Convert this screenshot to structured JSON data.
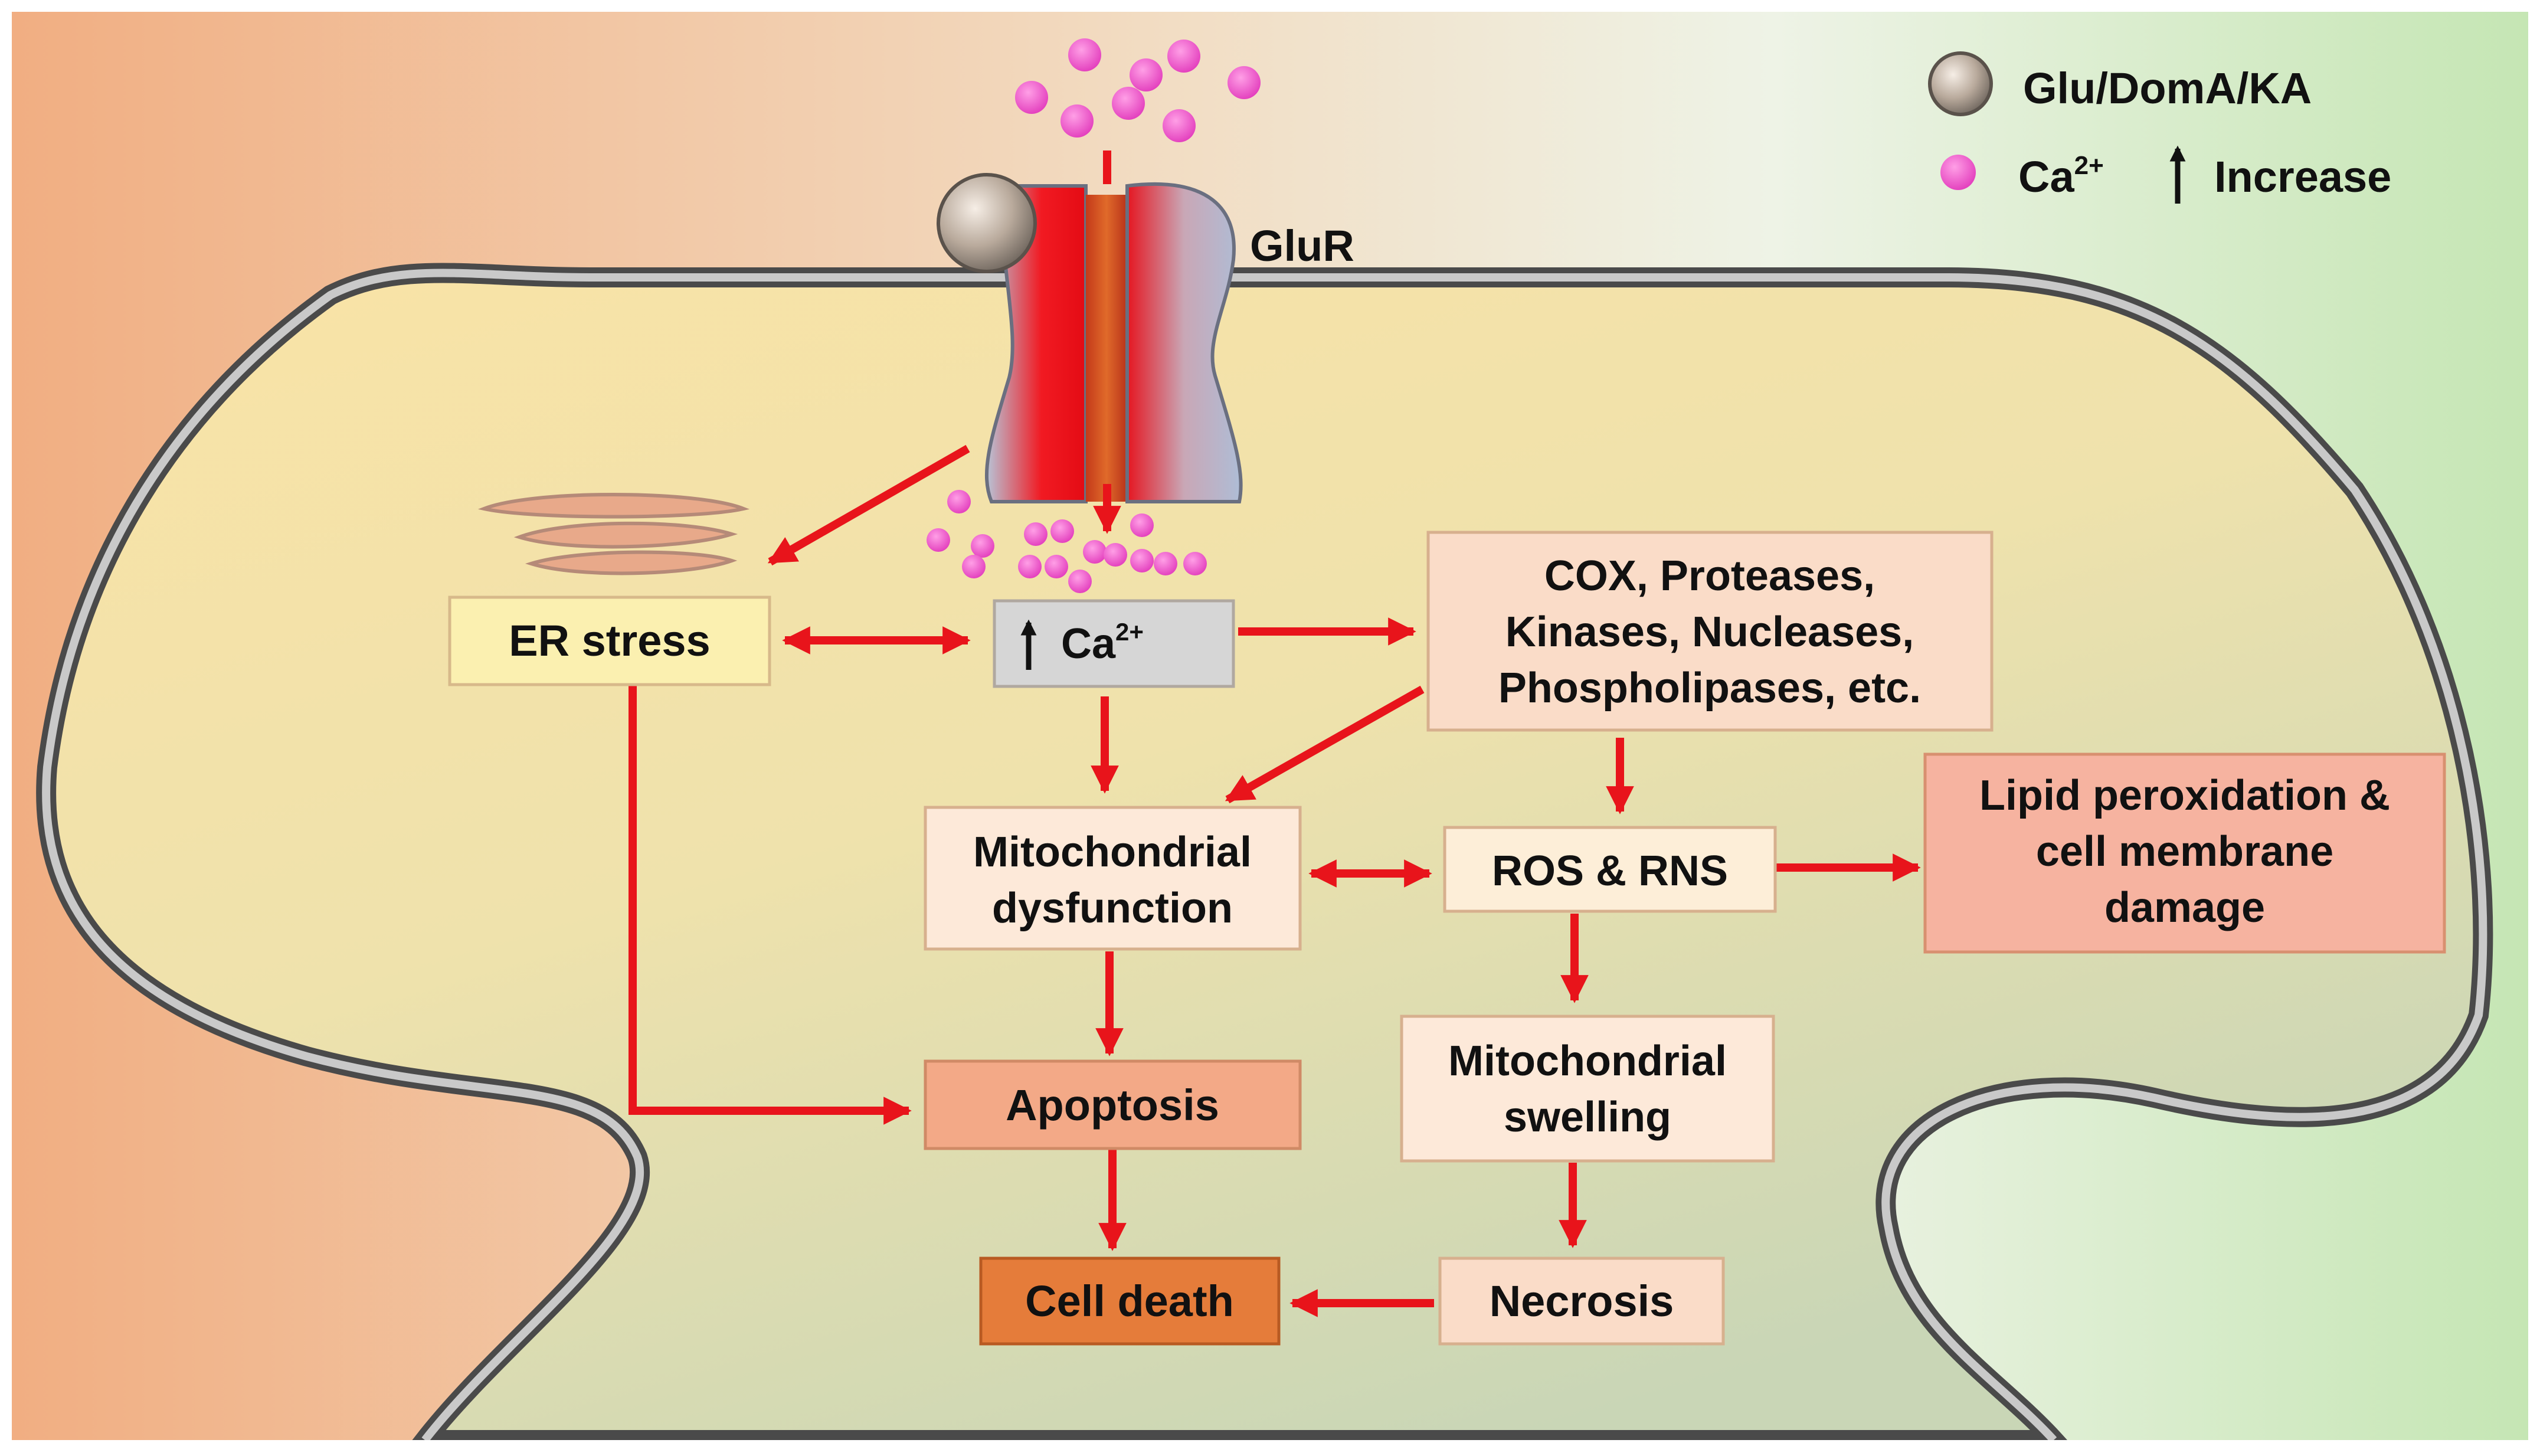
{
  "legend": {
    "ligand_label": "Glu/DomA/KA",
    "calcium_label": "Ca",
    "calcium_sup": "2+",
    "increase_label": "Increase"
  },
  "receptor": {
    "label": "GluR"
  },
  "boxes": {
    "er_stress": "ER stress",
    "calcium": {
      "label": "Ca",
      "sup": "2+"
    },
    "enzymes": [
      "COX, Proteases,",
      "Kinases, Nucleases,",
      "Phospholipases, etc."
    ],
    "mito_dysfunction": [
      "Mitochondrial",
      "dysfunction"
    ],
    "ros_rns": "ROS & RNS",
    "lipid": [
      "Lipid peroxidation &",
      "cell membrane",
      "damage"
    ],
    "apoptosis": "Apoptosis",
    "mito_swelling": [
      "Mitochondrial",
      "swelling"
    ],
    "necrosis": "Necrosis",
    "cell_death": "Cell death"
  },
  "colors": {
    "arrow": "#e8141b",
    "calcium_dot": "#e84fc3",
    "box_yellow": "#fbf0b0",
    "box_peach": "#fadcc8",
    "box_light": "#fde9d9",
    "box_salmon": "#f3a987",
    "box_orange": "#e57c3a",
    "box_pink": "#f6b3a0",
    "box_gray": "#d6d6d6"
  }
}
